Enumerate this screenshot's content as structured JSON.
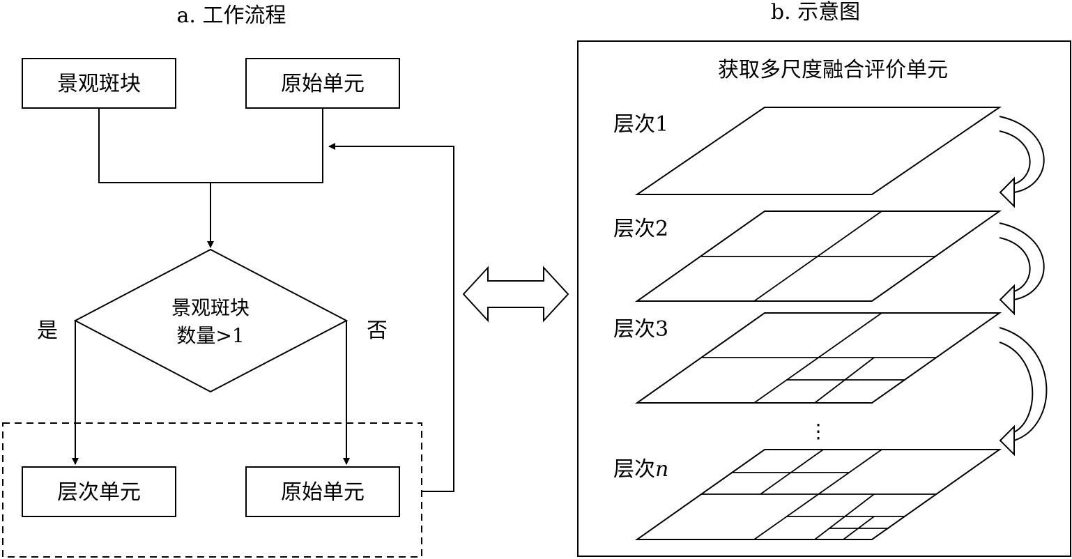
{
  "titles": {
    "left": "a. 工作流程",
    "right": "b. 示意图"
  },
  "flow": {
    "top_left_box": "景观斑块",
    "top_right_box": "原始单元",
    "decision_line1": "景观斑块",
    "decision_line2": "数量>1",
    "yes_label": "是",
    "no_label": "否",
    "bottom_left_box": "层次单元",
    "bottom_right_box": "原始单元"
  },
  "schematic": {
    "heading": "获取多尺度融合评价单元",
    "layers": [
      {
        "label": "层次",
        "index": "1"
      },
      {
        "label": "层次",
        "index": "2"
      },
      {
        "label": "层次",
        "index": "3"
      },
      {
        "label": "层次",
        "index": "n"
      }
    ],
    "ellipsis": "⋮"
  }
}
